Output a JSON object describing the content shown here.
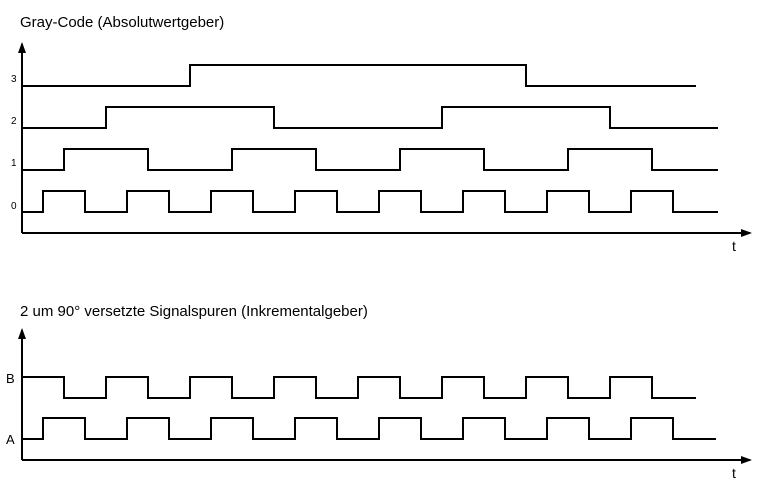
{
  "diagram1": {
    "title": "Gray-Code  (Absolutwertgeber)",
    "axis_label": "t",
    "tracks": [
      {
        "label": "3",
        "start": 0,
        "transitions": [
          168,
          504
        ]
      },
      {
        "label": "2",
        "start": 0,
        "transitions": [
          84,
          252,
          420,
          588
        ]
      },
      {
        "label": "1",
        "start": 0,
        "transitions": [
          42,
          126,
          210,
          294,
          378,
          462,
          546,
          630
        ]
      },
      {
        "label": "0",
        "start": 0,
        "transitions": [
          21,
          63,
          105,
          147,
          189,
          231,
          273,
          315,
          357,
          399,
          441,
          483,
          525,
          567,
          609,
          651
        ]
      }
    ]
  },
  "diagram2": {
    "title": "2 um 90° versetzte Signalspuren (Inkrementalgeber)",
    "axis_label": "t",
    "tracks": [
      {
        "label": "B",
        "start": 1,
        "transitions": [
          42,
          84,
          126,
          168,
          210,
          252,
          294,
          336,
          378,
          420,
          462,
          504,
          546,
          588,
          630
        ]
      },
      {
        "label": "A",
        "start": 0,
        "transitions": [
          21,
          63,
          105,
          147,
          189,
          231,
          273,
          315,
          357,
          399,
          441,
          483,
          525,
          567,
          609,
          651
        ]
      }
    ]
  }
}
